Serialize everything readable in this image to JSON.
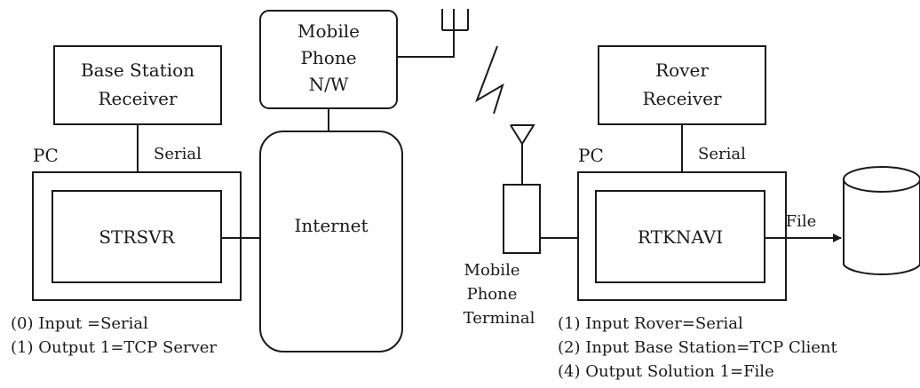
{
  "base_station_receiver": [
    "Base Station",
    "Receiver"
  ],
  "mobile_phone_network": [
    "Mobile",
    "Phone",
    "N/W"
  ],
  "rover_receiver": [
    "Rover",
    "Receiver"
  ],
  "internet_label": "Internet",
  "left_pc": {
    "pc_label": "PC",
    "link_label": "Serial",
    "app_name": "STRSVR",
    "settings": [
      "(0) Input =Serial",
      "(1) Output 1=TCP Server"
    ]
  },
  "right_pc": {
    "pc_label": "PC",
    "link_label": "Serial",
    "app_name": "RTKNAVI",
    "output_label": "File",
    "settings": [
      "(1) Input Rover=Serial",
      "(2) Input Base Station=TCP Client",
      "(4) Output Solution 1=File"
    ]
  },
  "mobile_phone_terminal": [
    "Mobile",
    "Phone",
    "Terminal"
  ],
  "colors": {
    "line": "#1a1a1a",
    "background": "#ffffff"
  },
  "icons": [
    "antenna-icon",
    "lightning-link-icon",
    "file-storage-icon",
    "arrow-icon"
  ]
}
